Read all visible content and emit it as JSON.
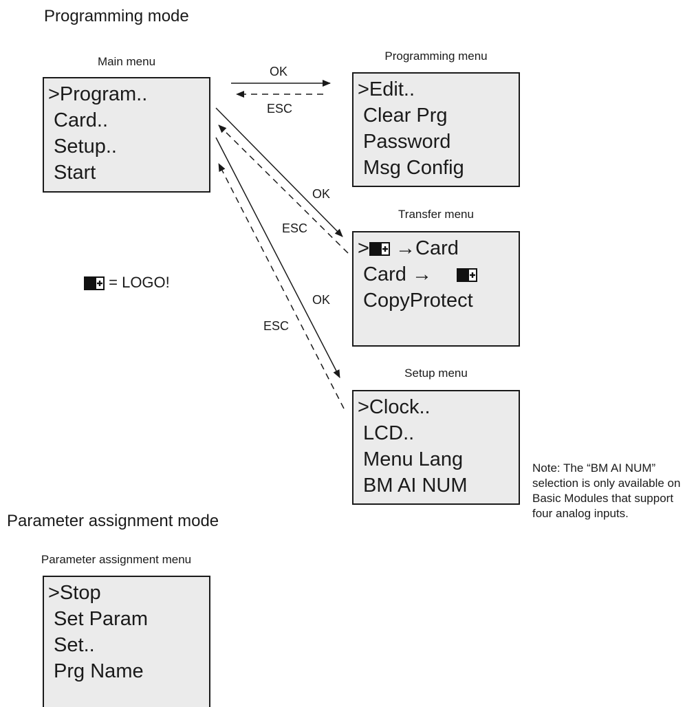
{
  "sections": {
    "programming_title": "Programming mode",
    "parameter_title": "Parameter assignment mode"
  },
  "main_menu": {
    "caption": "Main menu",
    "items": [
      ">Program..",
      " Card..",
      " Setup..",
      " Start"
    ]
  },
  "programming_menu": {
    "caption": "Programming menu",
    "items": [
      ">Edit..",
      " Clear Prg",
      " Password",
      " Msg Config"
    ]
  },
  "transfer_menu": {
    "caption": "Transfer menu",
    "item1_prefix": ">",
    "item1_suffix": " →Card",
    "item2_prefix": " Card → ",
    "item3": " CopyProtect",
    "logo_icon": "logo-module-icon"
  },
  "setup_menu": {
    "caption": "Setup menu",
    "items": [
      ">Clock..",
      " LCD..",
      " Menu Lang",
      " BM AI NUM"
    ]
  },
  "parameter_menu": {
    "caption": "Parameter assignment menu",
    "items": [
      ">Stop",
      " Set Param",
      " Set..",
      " Prg Name"
    ]
  },
  "legend": {
    "icon": "logo-module-icon",
    "text": "= LOGO!"
  },
  "arrow_labels": {
    "ok_programming": "OK",
    "esc_programming": "ESC",
    "ok_transfer": "OK",
    "esc_transfer": "ESC",
    "ok_setup": "OK",
    "esc_setup": "ESC"
  },
  "note": "Note:  The “BM AI NUM” selection is only available on Basic Modules that support four analog inputs."
}
